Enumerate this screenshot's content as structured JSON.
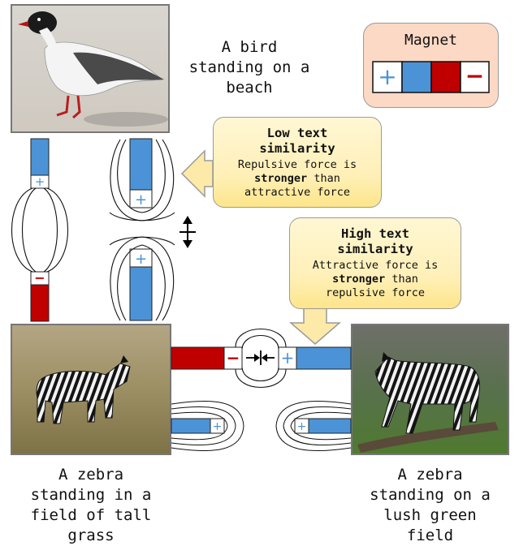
{
  "legend": {
    "label": "Magnet",
    "plus_color": "#4b93d6",
    "minus_color": "#c00000"
  },
  "images": [
    {
      "caption": "A bird\nstanding on a\nbeach"
    },
    {
      "caption": "A zebra\nstanding in a\nfield of tall\ngrass"
    },
    {
      "caption": "A zebra\nstanding on a\nlush green\nfield"
    }
  ],
  "callouts": {
    "low": {
      "title": "Low text\nsimilarity",
      "body_pre": "Repulsive force is",
      "body_strong": "stronger",
      "body_post": "than\nattractive force"
    },
    "high": {
      "title": "High text\nsimilarity",
      "body_pre": "Attractive force is",
      "body_strong": "stronger",
      "body_post": "than\nrepulsive force"
    }
  },
  "symbols": {
    "plus": "+",
    "minus": "−"
  },
  "colors": {
    "north": "#4b93d6",
    "south": "#c00000",
    "callout_fill": "#fff0b8",
    "legend_fill": "#fbd9c4"
  }
}
